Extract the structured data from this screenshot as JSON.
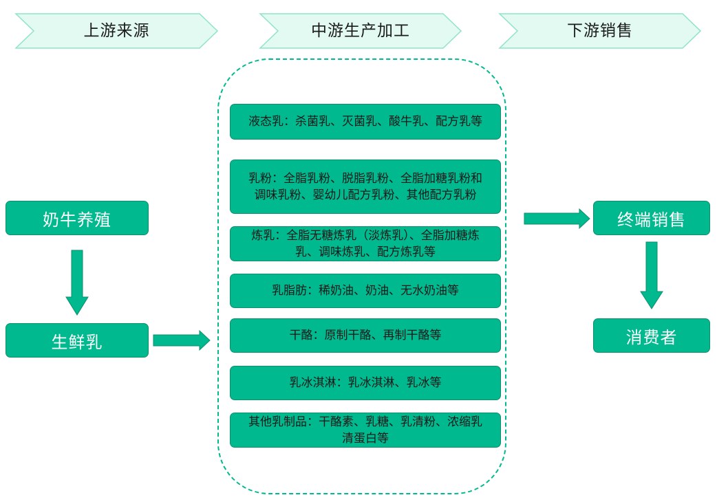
{
  "stages": [
    {
      "label": "上游来源"
    },
    {
      "label": "中游生产加工"
    },
    {
      "label": "下游销售"
    }
  ],
  "upstream": {
    "farming": "奶牛养殖",
    "raw_milk": "生鲜乳"
  },
  "midstream": {
    "products": [
      {
        "text": "液态乳：杀菌乳、灭菌乳、酸牛乳、配方乳等"
      },
      {
        "text": "乳粉：全脂乳粉、脱脂乳粉、全脂加糖乳粉和调味乳粉、婴幼儿配方乳粉、其他配方乳粉"
      },
      {
        "text": "炼乳：全脂无糖炼乳（淡炼乳）、全脂加糖炼乳、调味炼乳、配方炼乳等"
      },
      {
        "text": "乳脂肪：稀奶油、奶油、无水奶油等"
      },
      {
        "text": "干酪：原制干酪、再制干酪等"
      },
      {
        "text": "乳冰淇淋：乳冰淇淋、乳冰等"
      },
      {
        "text": "其他乳制品：干酪素、乳糖、乳清粉、浓缩乳清蛋白等"
      }
    ]
  },
  "downstream": {
    "terminal_sales": "终端销售",
    "consumer": "消费者"
  },
  "colors": {
    "box_fill": "#00b98e",
    "box_border": "#0d8f6d",
    "header_fill": "#e3faf3",
    "header_border": "#8fe3c8",
    "arrow_fill": "#00b98e"
  }
}
